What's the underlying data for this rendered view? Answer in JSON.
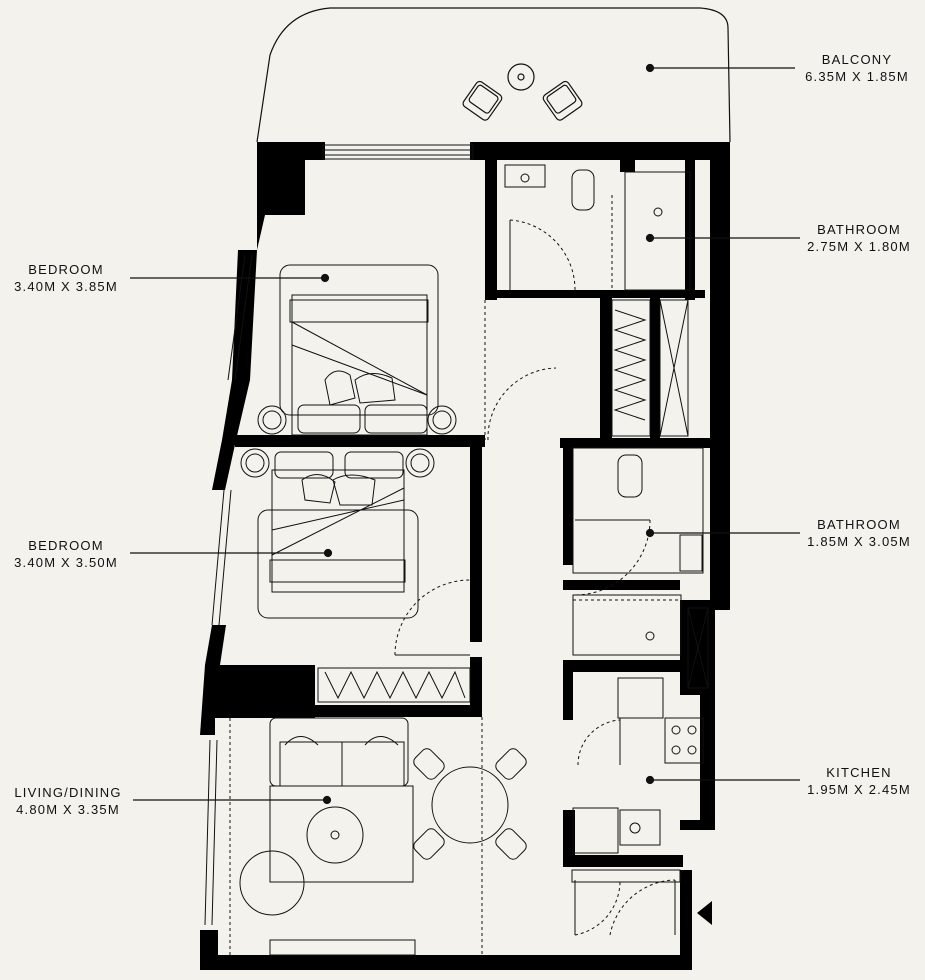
{
  "rooms": {
    "balcony": {
      "name": "BALCONY",
      "size": "6.35M X 1.85M"
    },
    "bathroom1": {
      "name": "BATHROOM",
      "size": "2.75M X 1.80M"
    },
    "bedroom1": {
      "name": "BEDROOM",
      "size": "3.40M X 3.85M"
    },
    "bedroom2": {
      "name": "BEDROOM",
      "size": "3.40M X 3.50M"
    },
    "bathroom2": {
      "name": "BATHROOM",
      "size": "1.85M X 3.05M"
    },
    "living": {
      "name": "LIVING/DINING",
      "size": "4.80M X 3.35M"
    },
    "kitchen": {
      "name": "KITCHEN",
      "size": "1.95M X 2.45M"
    }
  },
  "colors": {
    "background": "#f4f2ed",
    "wall": "#000000",
    "line": "#111111"
  }
}
